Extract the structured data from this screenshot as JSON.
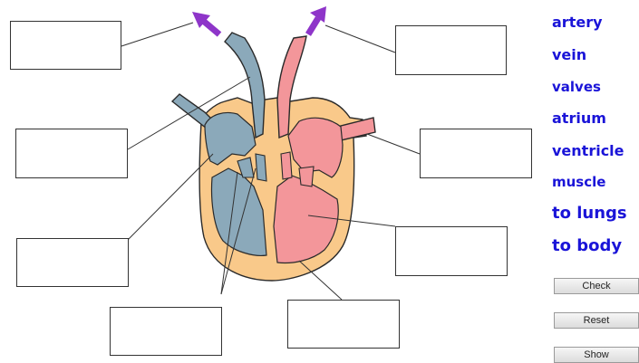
{
  "word_bank": [
    {
      "id": "artery",
      "label": "artery"
    },
    {
      "id": "vein",
      "label": "vein"
    },
    {
      "id": "valves",
      "label": "valves"
    },
    {
      "id": "atrium",
      "label": "atrium"
    },
    {
      "id": "ventricle",
      "label": "ventricle"
    },
    {
      "id": "muscle",
      "label": "muscle"
    },
    {
      "id": "to-lungs",
      "label": "to lungs"
    },
    {
      "id": "to-body",
      "label": "to body"
    }
  ],
  "buttons": {
    "check": "Check",
    "reset": "Reset",
    "show": "Show"
  },
  "colors": {
    "word_text": "#1a14d8",
    "arrow": "#8e35c9",
    "heart_muscle": "#f9c98a",
    "deoxygenated_side": "#8ba9ba",
    "oxygenated_side": "#f3969a"
  }
}
